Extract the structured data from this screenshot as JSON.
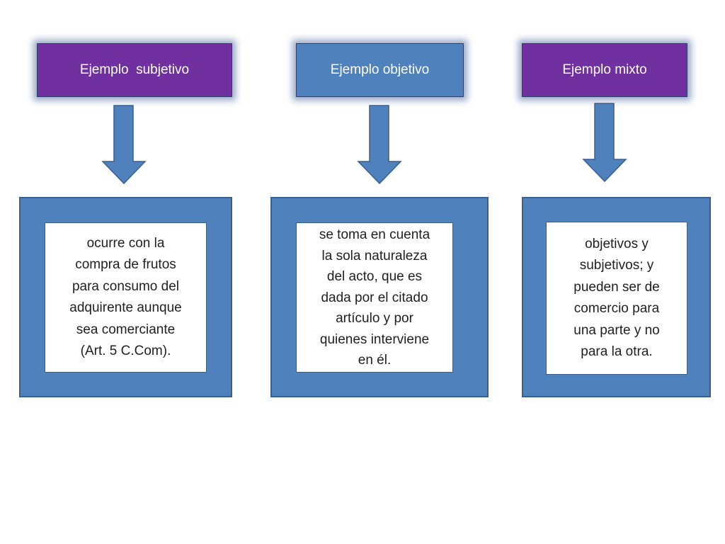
{
  "columns": [
    {
      "header": "Ejemplo  subjetivo",
      "header_color": "#7030a0",
      "body": "ocurre con la\ncompra de frutos\npara consumo del\nadquirente aunque\nsea comerciante\n(Art. 5 C.Com)."
    },
    {
      "header": "Ejemplo objetivo",
      "header_color": "#4f81bd",
      "body": "se toma en cuenta\nla sola naturaleza\ndel acto, que es\ndada por el citado\nartículo y por\nquienes interviene\nen él."
    },
    {
      "header": "Ejemplo mixto",
      "header_color": "#7030a0",
      "body": "objetivos y\nsubjetivos; y\npueden ser de\ncomercio para\nuna parte y no\npara la otra."
    }
  ],
  "colors": {
    "arrow": "#4f81bd",
    "box": "#4f81bd",
    "purple": "#7030a0"
  },
  "icons": [
    "arrow-down-icon"
  ]
}
